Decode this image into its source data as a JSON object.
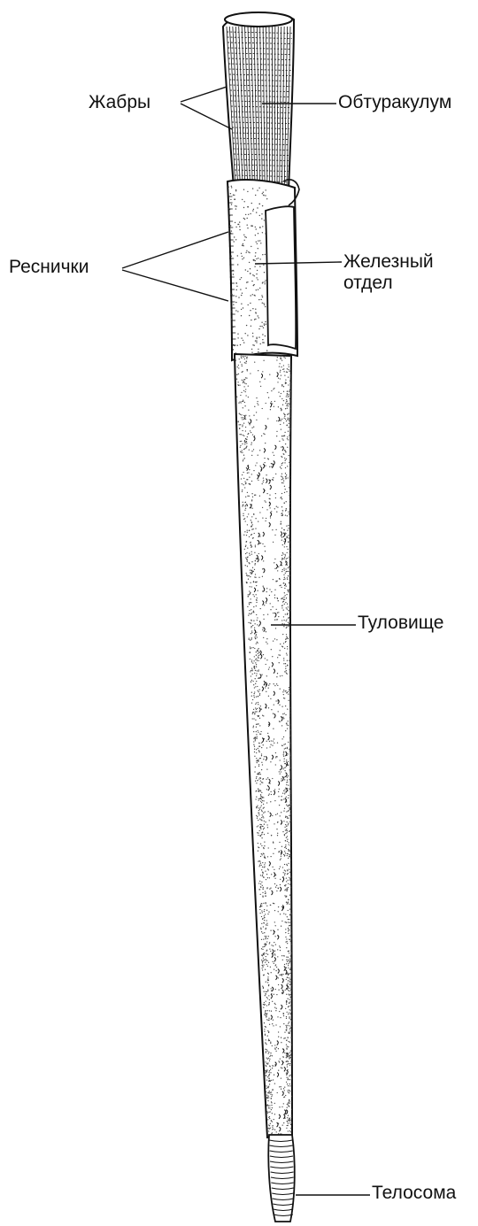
{
  "labels": {
    "gills": "Жабры",
    "obturaculum": "Обтуракулум",
    "cilia": "Реснички",
    "glandular_line1": "Железный",
    "glandular_line2": "отдел",
    "trunk": "Туловище",
    "telosome": "Телосома"
  },
  "colors": {
    "ink": "#111111",
    "stipple": "#444444",
    "paper": "#ffffff"
  }
}
